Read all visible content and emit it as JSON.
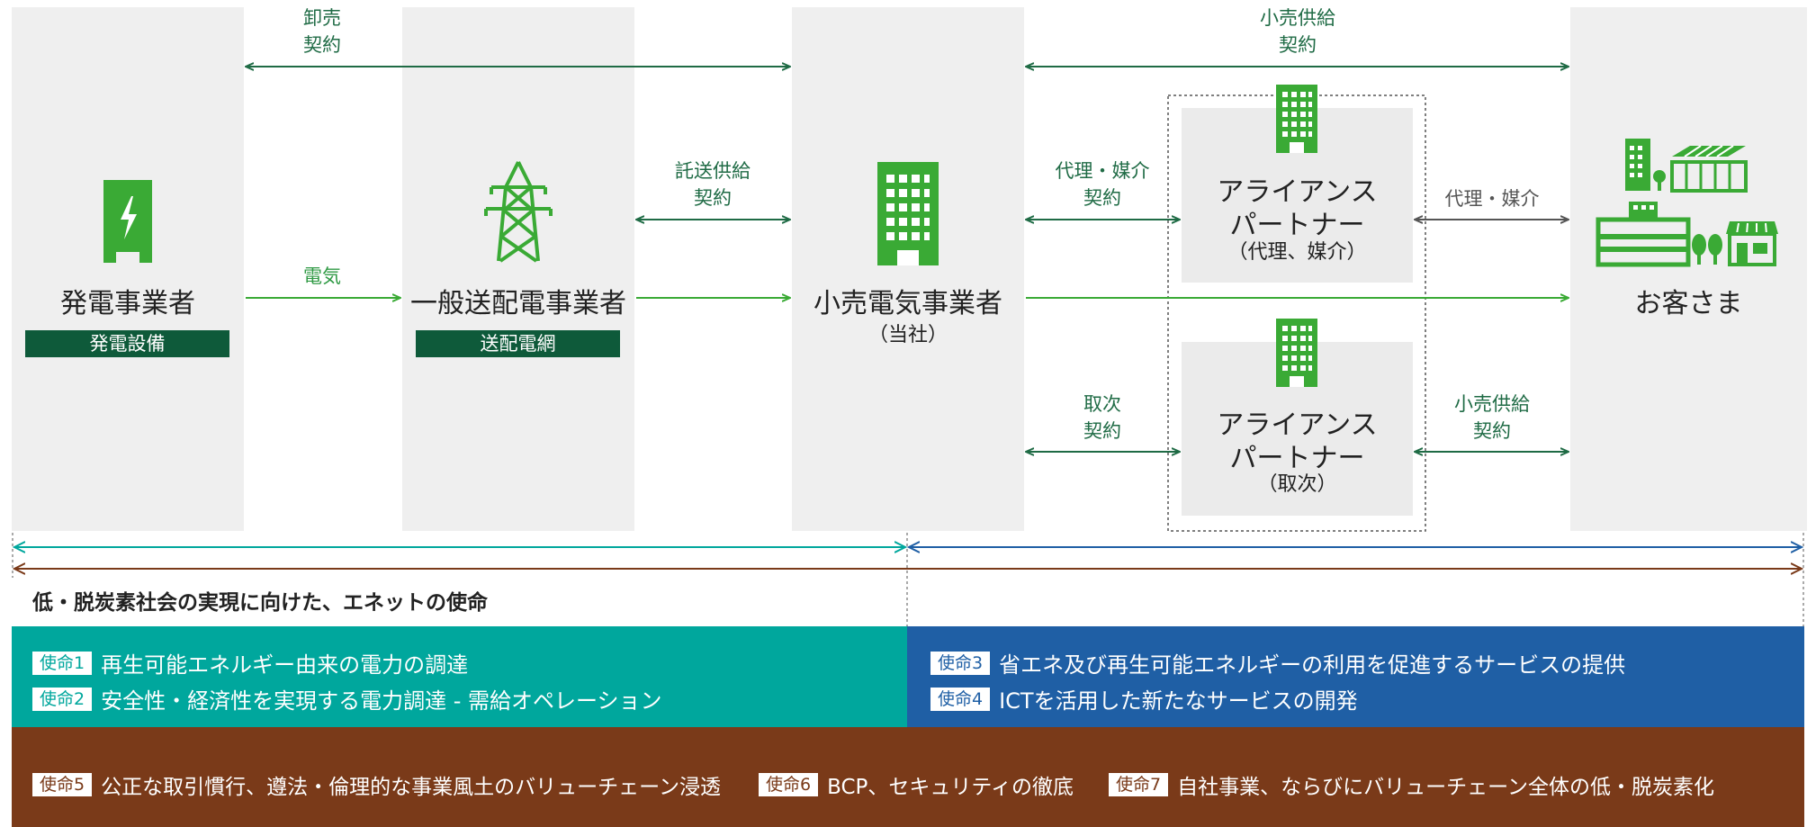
{
  "colors": {
    "green": "#3aaa35",
    "dark_green": "#0e5a3a",
    "arrow_dark": "#1f6b45",
    "teal": "#00a79d",
    "blue": "#1f5fa5",
    "brown": "#7a3a19",
    "column_bg": "#efefef"
  },
  "entities": {
    "generator": {
      "name": "発電事業者",
      "asset": "発電設備",
      "icon": "power-plant-icon"
    },
    "transmission": {
      "name": "一般送配電事業者",
      "asset": "送配電網",
      "icon": "transmission-tower-icon"
    },
    "retailer": {
      "name": "小売電気事業者",
      "note": "（当社）",
      "icon": "building-icon"
    },
    "partner_agent": {
      "line1": "アライアンス",
      "line2": "パートナー",
      "note": "（代理、媒介）",
      "icon": "building-icon"
    },
    "partner_broker": {
      "line1": "アライアンス",
      "line2": "パートナー",
      "note": "（取次）",
      "icon": "building-icon"
    },
    "customer": {
      "name": "お客さま",
      "icon": "customers-buildings-icon"
    }
  },
  "relations": {
    "wholesale": {
      "line1": "卸売",
      "line2": "契約"
    },
    "electricity": "電気",
    "consignment": {
      "line1": "託送供給",
      "line2": "契約"
    },
    "retail_top": {
      "line1": "小売供給",
      "line2": "契約"
    },
    "agency": {
      "line1": "代理・媒介",
      "line2": "契約"
    },
    "agency_right": "代理・媒介",
    "broker": {
      "line1": "取次",
      "line2": "契約"
    },
    "retail_right": {
      "line1": "小売供給",
      "line2": "契約"
    }
  },
  "missions": {
    "heading": "低・脱炭素社会の実現に向けた、エネットの使命",
    "items": [
      {
        "tag": "使命1",
        "text": "再生可能エネルギー由来の電力の調達"
      },
      {
        "tag": "使命2",
        "text": "安全性・経済性を実現する電力調達 - 需給オペレーション"
      },
      {
        "tag": "使命3",
        "text": "省エネ及び再生可能エネルギーの利用を促進するサービスの提供"
      },
      {
        "tag": "使命4",
        "text": "ICTを活用した新たなサービスの開発"
      },
      {
        "tag": "使命5",
        "text": "公正な取引慣行、遵法・倫理的な事業風土のバリューチェーン浸透"
      },
      {
        "tag": "使命6",
        "text": "BCP、セキュリティの徹底"
      },
      {
        "tag": "使命7",
        "text": "自社事業、ならびにバリューチェーン全体の低・脱炭素化"
      }
    ]
  }
}
